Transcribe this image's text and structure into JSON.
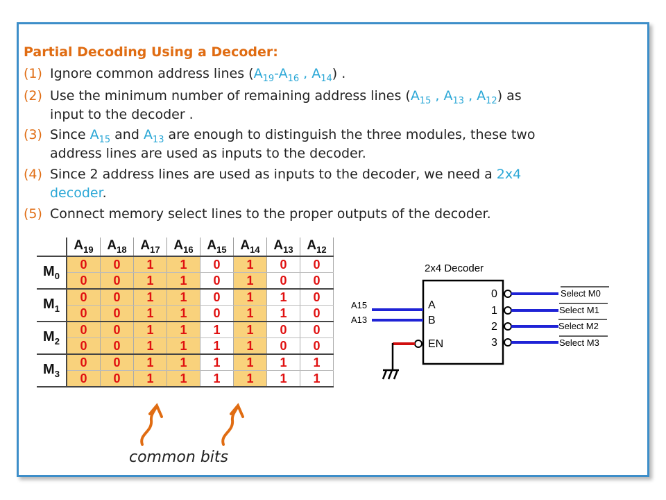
{
  "title": "Partial Decoding Using a Decoder:",
  "steps": [
    {
      "num": "(1)",
      "a": "Ignore common address lines (",
      "b": "A",
      "b_sub": "19",
      "c": "-A",
      "c_sub": "16",
      "d": " , A",
      "d_sub": "14",
      "e": ") ."
    },
    {
      "num": "(2)",
      "a": "Use the minimum number of remaining address lines (",
      "b": "A",
      "b_sub": "15",
      "c": " , A",
      "c_sub": "13",
      "d": " , A",
      "d_sub": "12",
      "e": ") as",
      "line2": "input to the decoder ."
    },
    {
      "num": "(3)",
      "a": "Since ",
      "b": "A",
      "b_sub": "15",
      "c": " and ",
      "d": "A",
      "d_sub": "13",
      "e": " are enough to distinguish the three modules, these two",
      "line2": "address lines are used as inputs to the decoder."
    },
    {
      "num": "(4)",
      "a": "Since 2 address lines are used as inputs to the decoder, we need a ",
      "b": "2x4",
      "line2": "decoder",
      "line2_end": "."
    },
    {
      "num": "(5)",
      "a": "Connect memory select lines to the proper outputs of the decoder."
    }
  ],
  "table": {
    "headers": [
      "A19",
      "A18",
      "A17",
      "A16",
      "A15",
      "A14",
      "A13",
      "A12"
    ],
    "header_parts": [
      [
        "A",
        "19"
      ],
      [
        "A",
        "18"
      ],
      [
        "A",
        "17"
      ],
      [
        "A",
        "16"
      ],
      [
        "A",
        "15"
      ],
      [
        "A",
        "14"
      ],
      [
        "A",
        "13"
      ],
      [
        "A",
        "12"
      ]
    ],
    "modules": [
      {
        "label": "M",
        "sub": "0",
        "rows": [
          [
            "0",
            "0",
            "1",
            "1",
            "0",
            "1",
            "0",
            "0"
          ],
          [
            "0",
            "0",
            "1",
            "1",
            "0",
            "1",
            "0",
            "0"
          ]
        ]
      },
      {
        "label": "M",
        "sub": "1",
        "rows": [
          [
            "0",
            "0",
            "1",
            "1",
            "0",
            "1",
            "1",
            "0"
          ],
          [
            "0",
            "0",
            "1",
            "1",
            "0",
            "1",
            "1",
            "0"
          ]
        ]
      },
      {
        "label": "M",
        "sub": "2",
        "rows": [
          [
            "0",
            "0",
            "1",
            "1",
            "1",
            "1",
            "0",
            "0"
          ],
          [
            "0",
            "0",
            "1",
            "1",
            "1",
            "1",
            "0",
            "0"
          ]
        ]
      },
      {
        "label": "M",
        "sub": "3",
        "rows": [
          [
            "0",
            "0",
            "1",
            "1",
            "1",
            "1",
            "1",
            "1"
          ],
          [
            "0",
            "0",
            "1",
            "1",
            "1",
            "1",
            "1",
            "1"
          ]
        ]
      }
    ]
  },
  "decoder": {
    "title": "2x4 Decoder",
    "inputs": [
      "A15",
      "A13"
    ],
    "pins_in": [
      "A",
      "B",
      "EN"
    ],
    "pins_out": [
      "0",
      "1",
      "2",
      "3"
    ],
    "selects": [
      "Select M0",
      "Select M1",
      "Select M2",
      "Select M3"
    ]
  },
  "common_label": "common bits",
  "colors": {
    "accent": "#e06c12",
    "cyan": "#2aa7d6",
    "border": "#3d8ec9",
    "wire": "#1f23d6",
    "red_bit": "#e01010",
    "highlight": "#f9d27c"
  }
}
